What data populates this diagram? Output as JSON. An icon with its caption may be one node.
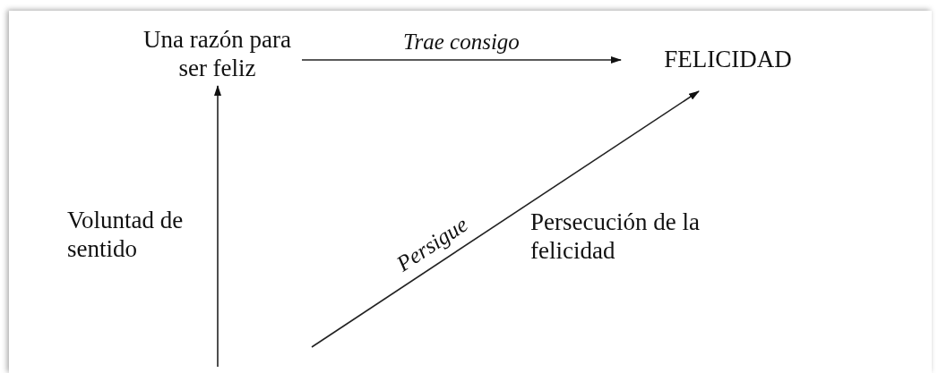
{
  "diagram": {
    "nodes": [
      {
        "text": [
          "Una razón para ser feliz"
        ]
      },
      {
        "text": [
          "FELICIDAD"
        ]
      }
    ],
    "edges": [
      {
        "from": 0,
        "to": 1,
        "arrow": "to",
        "label": "Trae consigo"
      },
      {
        "from": null,
        "to": 0,
        "arrow": "to"
      },
      {
        "from": null,
        "to": 1,
        "arrow": "to",
        "label": "Persigue"
      }
    ],
    "labels": [
      "Voluntad de sentido",
      "Persecución de la felicidad"
    ]
  }
}
